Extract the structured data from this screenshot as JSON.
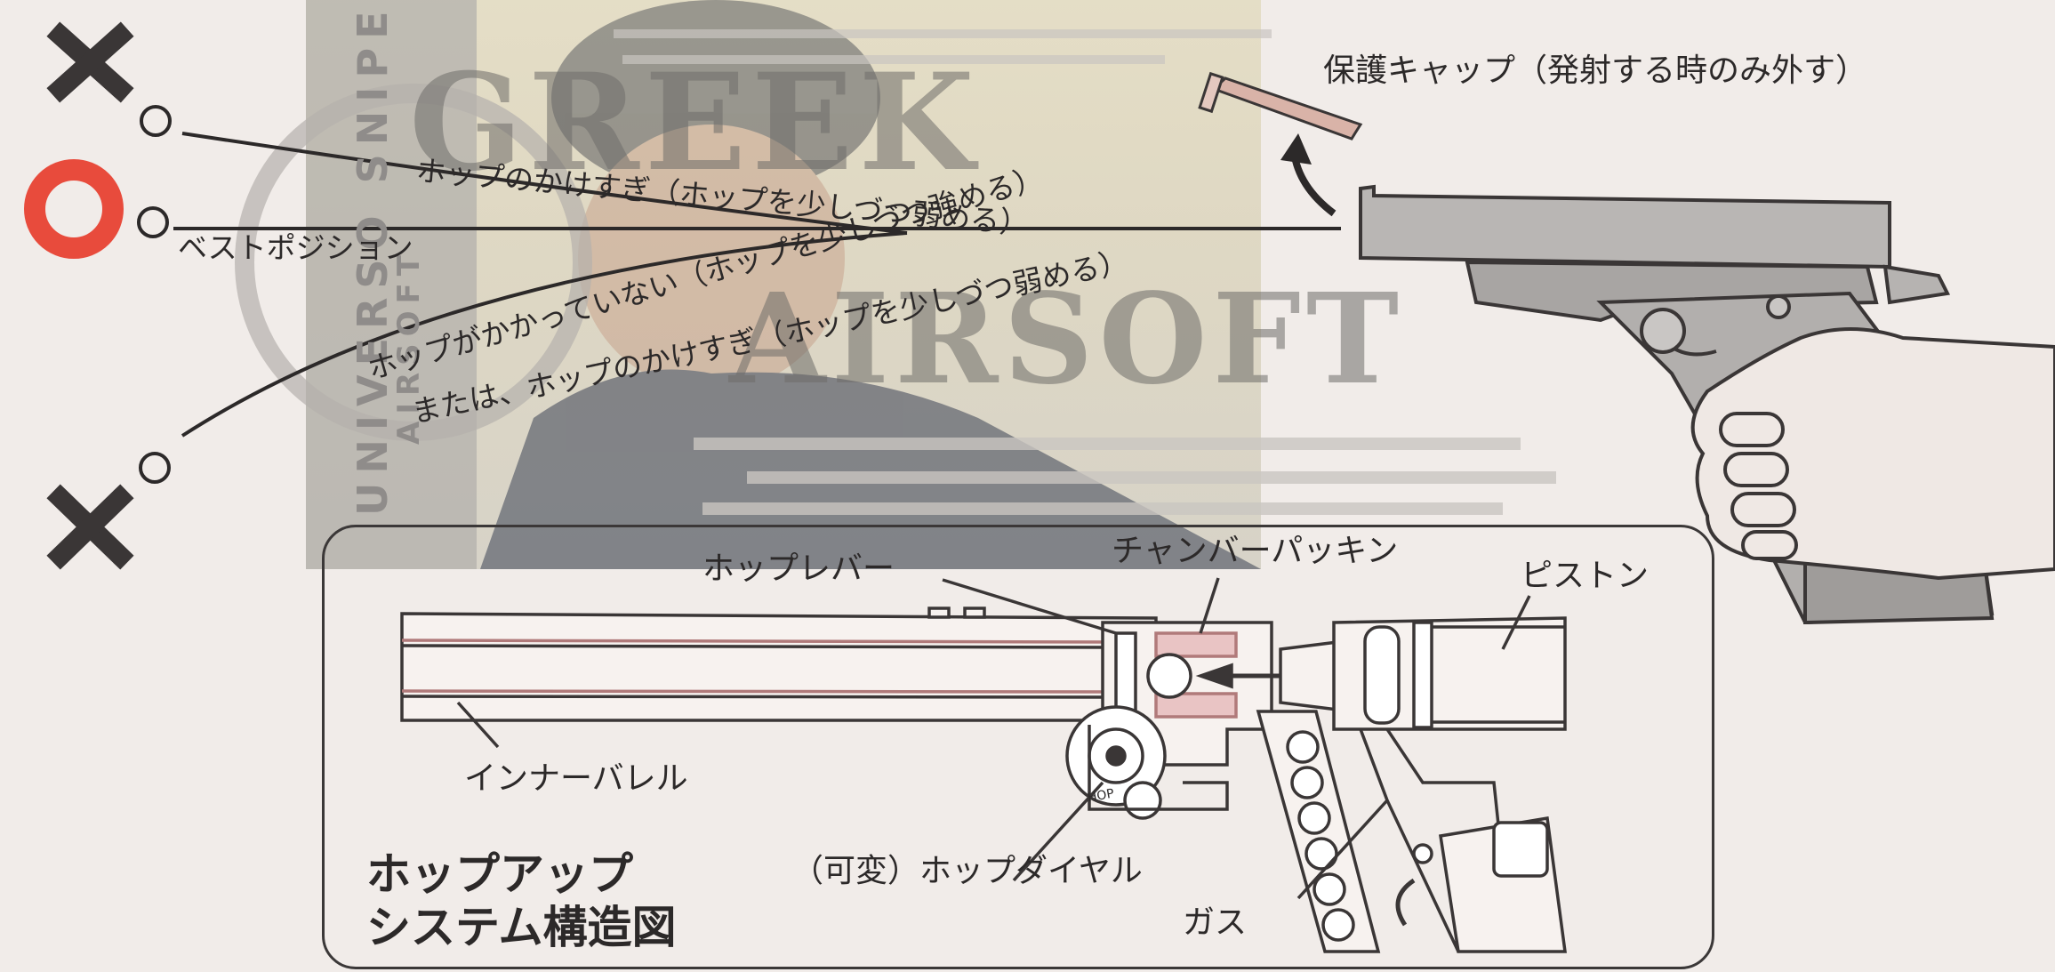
{
  "watermark": {
    "vertical_1": "UNIVERSO SNIPER",
    "vertical_2": "AIRSOFT",
    "big_1": "GREEK",
    "big_2": "AIRSOFT"
  },
  "trajectory": {
    "upper_mark": "×",
    "center_mark": "○",
    "lower_mark": "×",
    "label_high": "ホップのかけすぎ（ホップを少しづつ弱める）",
    "label_best": "ベストポジション",
    "label_low_1": "ホップがかかっていない（ホップを少しづつ強める）",
    "label_low_2": "または、ホップのかけすぎ（ホップを少しづつ弱める）"
  },
  "cap_label": "保護キャップ（発射する時のみ外す）",
  "cross_section": {
    "labels": {
      "hop_lever": "ホップレバー",
      "chamber_packing": "チャンバーパッキン",
      "piston": "ピストン",
      "inner_barrel": "インナーバレル",
      "hop_dial": "（可変）ホップダイヤル",
      "gas": "ガス",
      "dial_marking": "HOP"
    },
    "title_line1": "ホップアップ",
    "title_line2": "システム構造図"
  },
  "colors": {
    "best_ring": "#e84b3c",
    "ink": "#2c2929",
    "paper": "#f1ece9",
    "pink_accent": "#e2a3a3"
  }
}
